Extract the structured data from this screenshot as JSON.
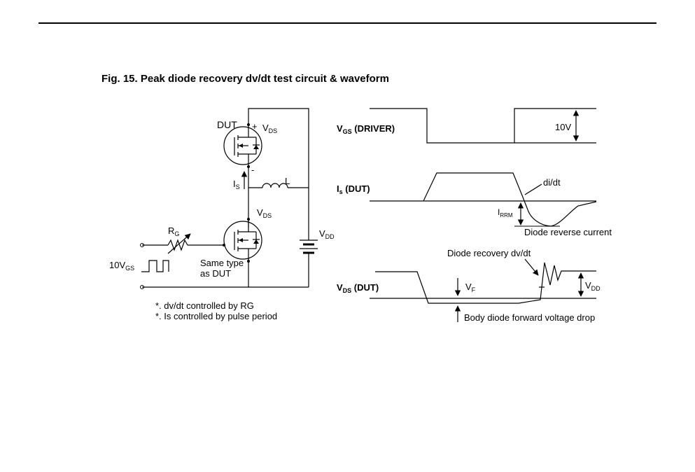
{
  "title": "Fig. 15. Peak diode recovery dv/dt test circuit & waveform",
  "circuit": {
    "dut_label": "DUT",
    "plus": "+",
    "minus": "-",
    "vds_main": "V",
    "vds_sub": "DS",
    "is_main": "I",
    "is_sub": "S",
    "inductor": "L",
    "vdd_main": "V",
    "vdd_sub": "DD",
    "rg_main": "R",
    "rg_sub": "G",
    "vgs_prefix": "10V",
    "vgs_sub": "GS",
    "same_type_1": "Same type",
    "same_type_2": "as DUT",
    "note_1": "*. dv/dt controlled by RG",
    "note_2": "*. Is controlled by pulse period"
  },
  "waveforms": {
    "vgs_main": "V",
    "vgs_sub": "GS",
    "vgs_suffix": " (DRIVER)",
    "vgs_amplitude": "10V",
    "is_main": "I",
    "is_sub": "s",
    "is_suffix": " (DUT)",
    "didt": "di/dt",
    "irrm_main": "I",
    "irrm_sub": "RRM",
    "reverse_current": "Diode reverse current",
    "dvdt": "Diode recovery dv/dt",
    "vds_main": "V",
    "vds_sub": "DS",
    "vds_suffix": " (DUT)",
    "vf_main": "V",
    "vf_sub": "F",
    "vdd_main": "V",
    "vdd_sub": "DD",
    "body_drop": "Body diode forward voltage drop"
  }
}
